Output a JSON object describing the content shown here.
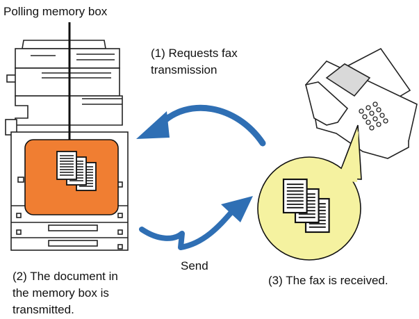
{
  "labels": {
    "polling_box": "Polling memory box",
    "step1_line1": "(1) Requests fax",
    "step1_line2": "transmission",
    "step2_line1": "(2) The document in",
    "step2_line2": "the memory box is",
    "step2_line3": "transmitted.",
    "send": "Send",
    "step3": "(3) The fax is received."
  },
  "colors": {
    "memory_box": "#f07e32",
    "received_circle": "#f5f2a0",
    "arrow": "#2f6fb4",
    "outline": "#111111"
  }
}
